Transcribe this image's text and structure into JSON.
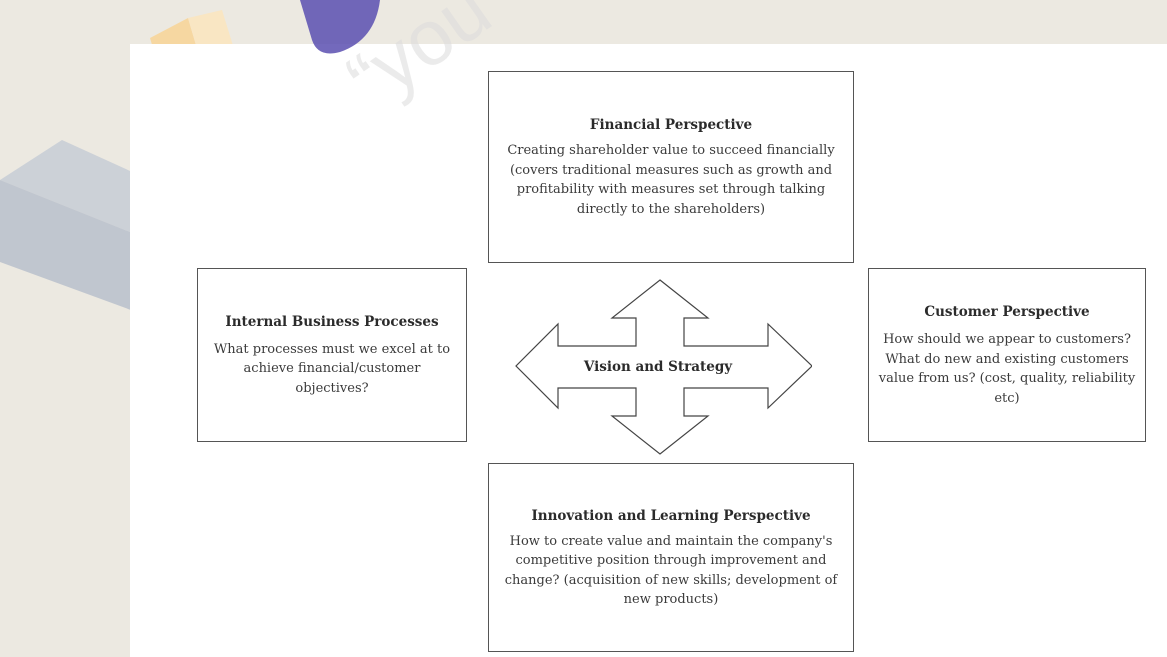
{
  "diagram": {
    "center": {
      "label": "Vision and Strategy"
    },
    "financial": {
      "title": "Financial Perspective",
      "body": "Creating shareholder value to succeed financially (covers traditional measures such as growth and profitability with measures set through talking directly to the shareholders)"
    },
    "internal": {
      "title": "Internal Business Processes",
      "body": "What processes must we excel at to achieve financial/customer objectives?"
    },
    "customer": {
      "title": "Customer Perspective",
      "body": "How should we appear to customers? What do new and existing customers value from us? (cost, quality, reliability etc)"
    },
    "innovation": {
      "title": "Innovation and Learning Perspective",
      "body": "How to create value and maintain the company's competitive position through improvement and change? (acquisition of new skills; development of new products)"
    }
  },
  "watermark": {
    "text": "“you"
  },
  "colors": {
    "background": "#ece9e1",
    "card": "#ffffff",
    "border": "#555555",
    "text": "#333333",
    "decor_orange": "#f7d59a",
    "decor_gray": "#c9ced6",
    "decor_purple": "#5b4fb0"
  }
}
